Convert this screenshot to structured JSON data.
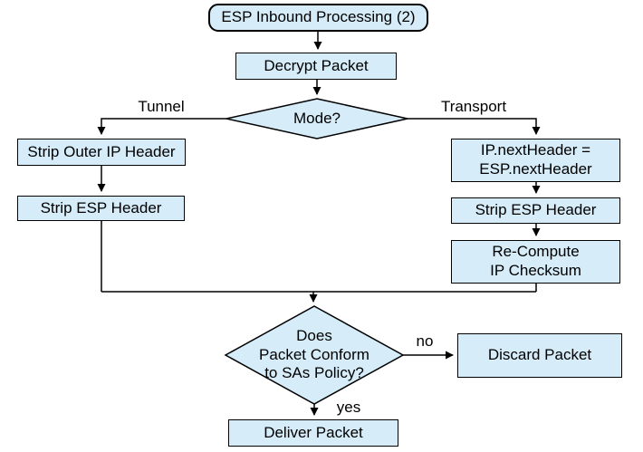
{
  "flowchart": {
    "nodes": {
      "start": "ESP Inbound Processing (2)",
      "decrypt": "Decrypt Packet",
      "mode": "Mode?",
      "strip_outer_ip": "Strip Outer IP Header",
      "strip_esp_left": "Strip ESP Header",
      "ip_next_header": "IP.nextHeader =\nESP.nextHeader",
      "strip_esp_right": "Strip ESP Header",
      "recompute_checksum": "Re-Compute\nIP Checksum",
      "policy_check": "Does\nPacket Conform\nto SAs Policy?",
      "discard": "Discard Packet",
      "deliver": "Deliver Packet"
    },
    "edge_labels": {
      "tunnel": "Tunnel",
      "transport": "Transport",
      "no": "no",
      "yes": "yes"
    }
  },
  "colors": {
    "background": "#ffffff",
    "node_fill": "#d6ecf8",
    "node_border": "#000000",
    "connector": "#000000",
    "text": "#000000"
  }
}
